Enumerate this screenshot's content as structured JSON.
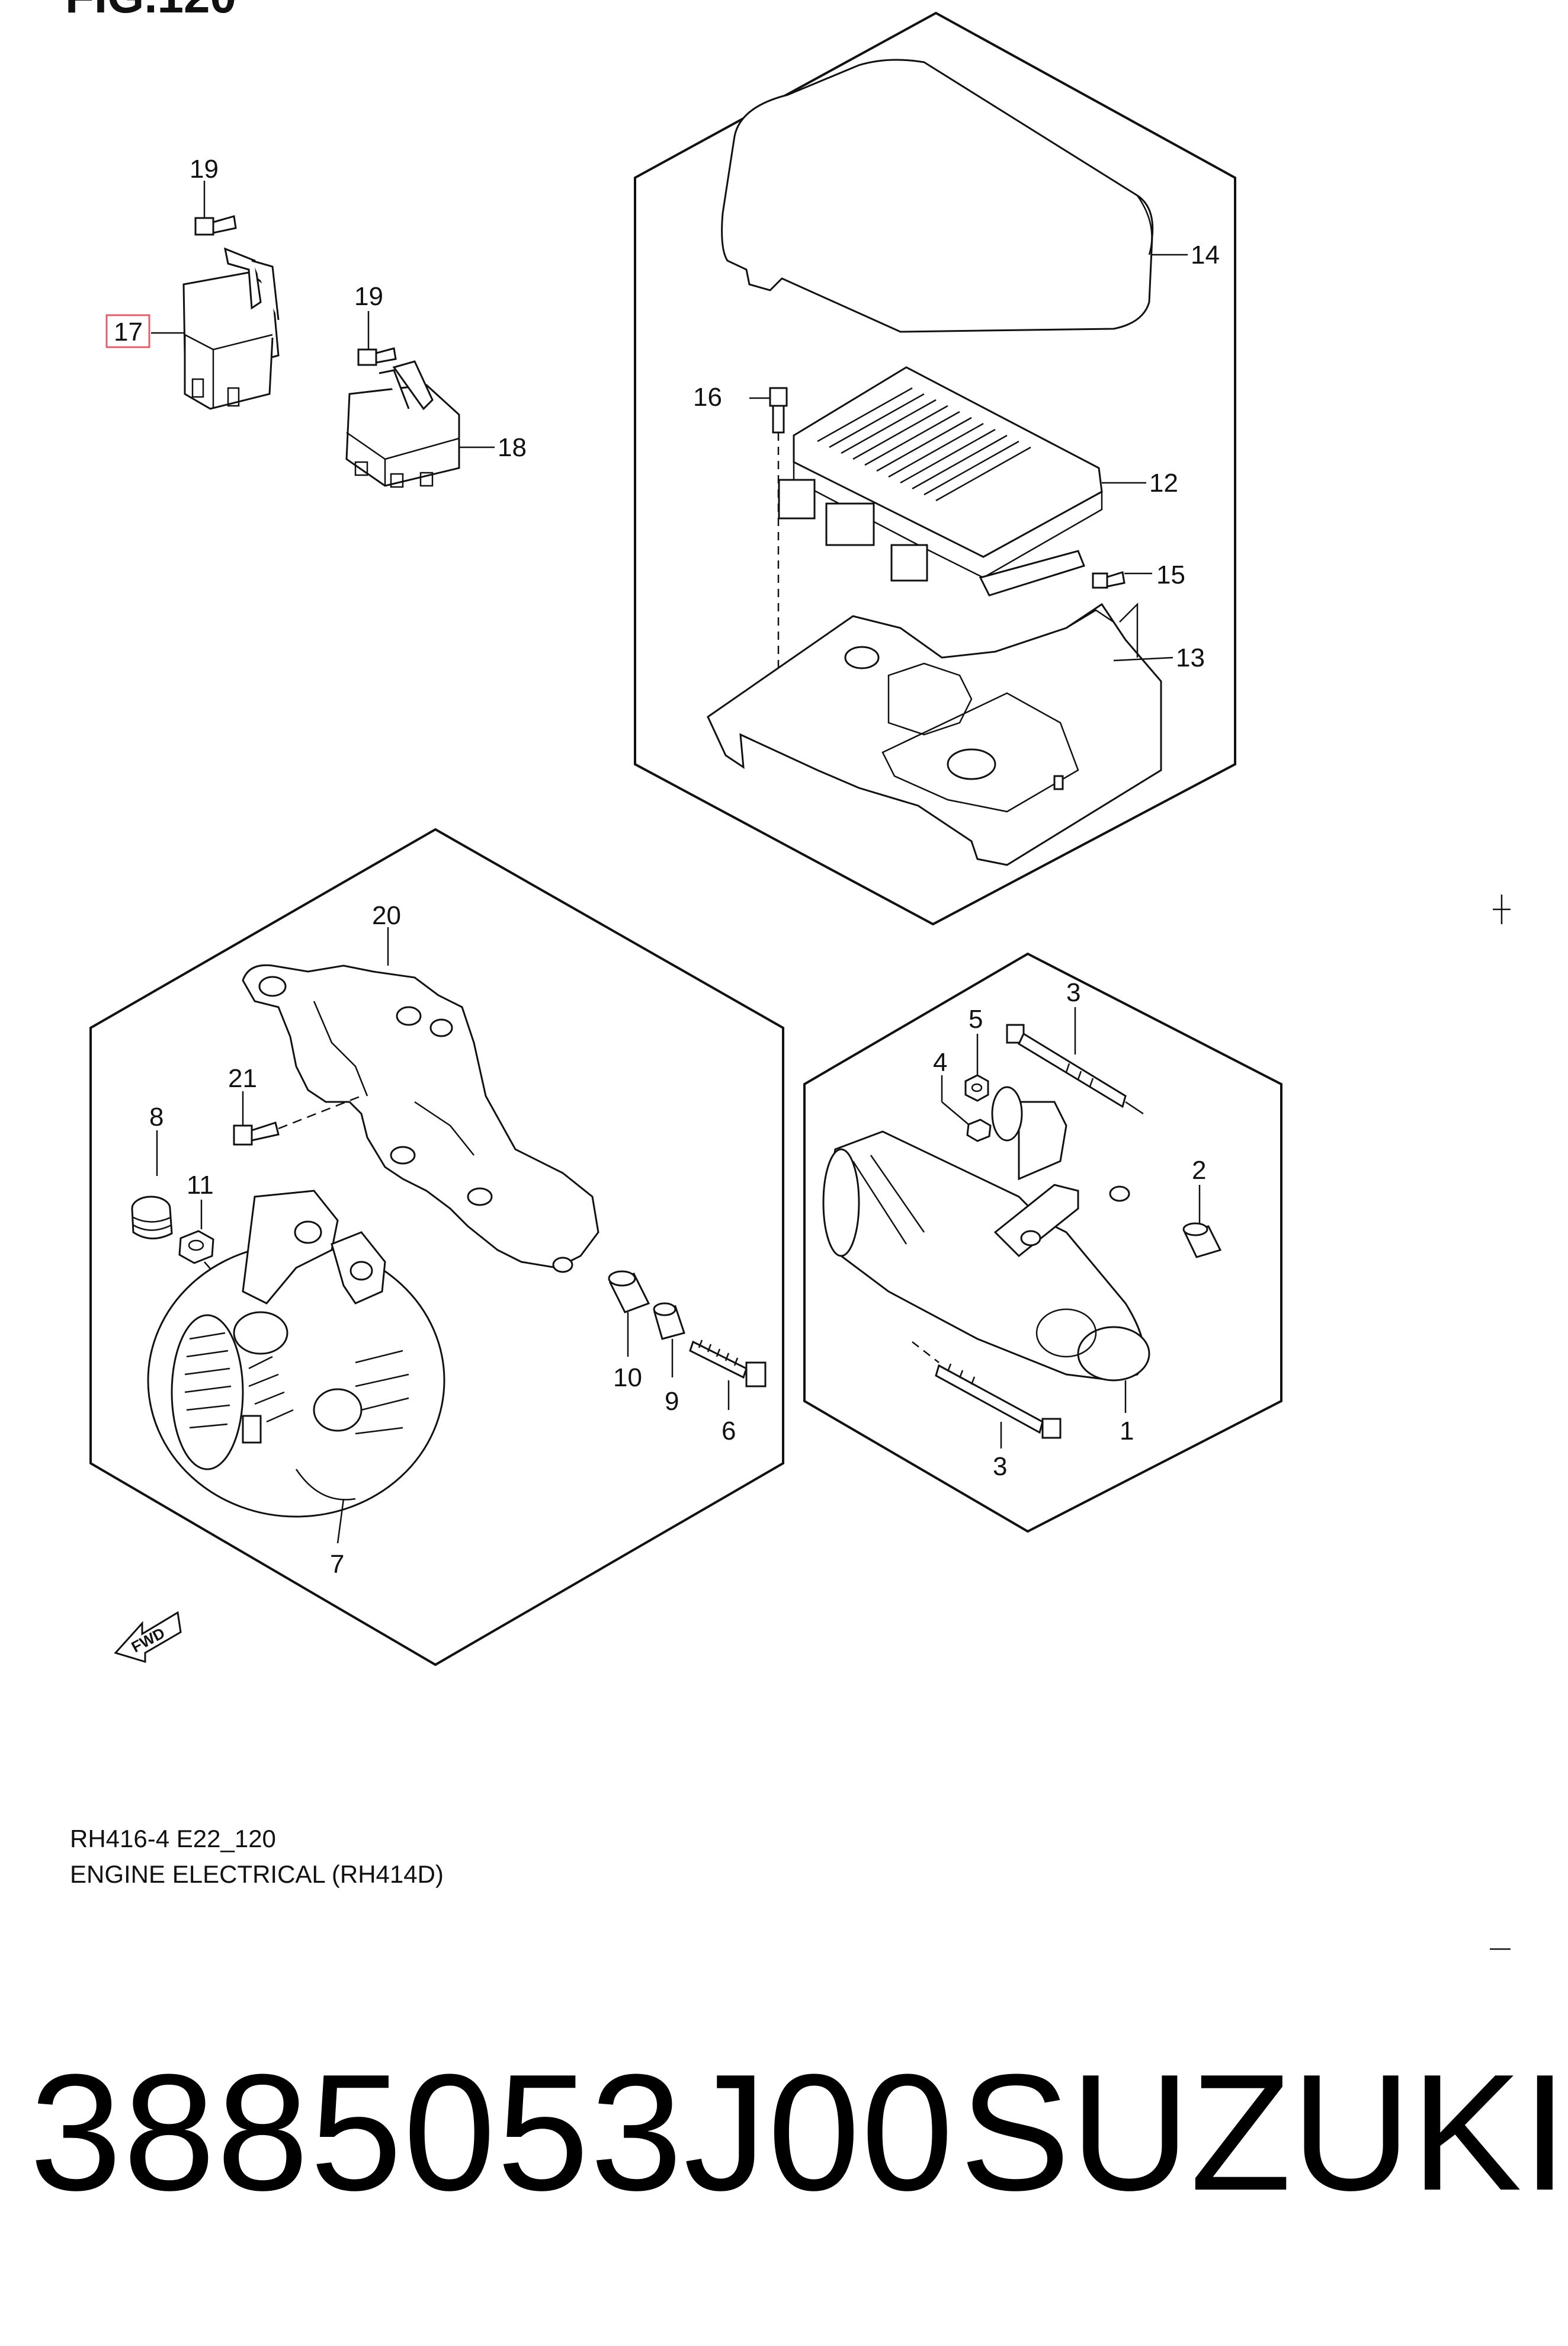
{
  "figure": {
    "title": "FIG.120"
  },
  "callouts": {
    "c1": "1",
    "c2": "2",
    "c3a": "3",
    "c3b": "3",
    "c4": "4",
    "c5": "5",
    "c6": "6",
    "c7": "7",
    "c8": "8",
    "c9": "9",
    "c10": "10",
    "c11": "11",
    "c12": "12",
    "c13": "13",
    "c14": "14",
    "c15": "15",
    "c16": "16",
    "c17": "17",
    "c18": "18",
    "c19a": "19",
    "c19b": "19",
    "c20": "20",
    "c21": "21"
  },
  "highlighted_part": "17",
  "highlight_color": "#e06070",
  "fwd_label": "FWD",
  "caption": {
    "model_code": "RH416-4 E22_120",
    "section": "ENGINE ELECTRICAL (RH414D)"
  },
  "footer": {
    "part_number": "3885053J00",
    "brand": "SUZUKI"
  }
}
